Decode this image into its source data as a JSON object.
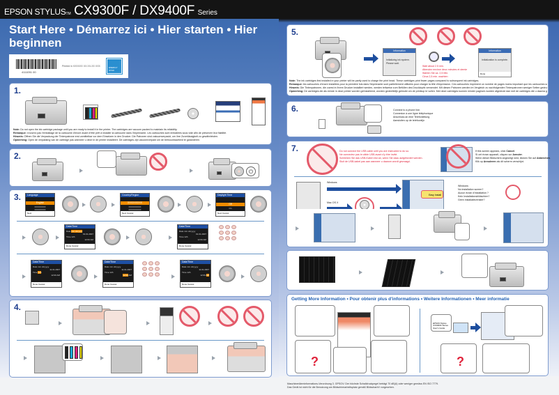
{
  "header": {
    "brand": "EPSON STYLUS",
    "trademark": "TM",
    "model": "CX9300F / DX9400F",
    "series": "Series"
  },
  "headline": "Start Here • Démarrez ici • Hier starten • Hier beginnen",
  "barcode_box": {
    "barcode_number": "4111051 00",
    "product_code_text": "Printed in XXXXXX  XX.XX-XX XXX",
    "energy_star_label": "ENERGY STAR"
  },
  "steps": {
    "s1": {
      "number": "1.",
      "notes": [
        {
          "label": "Note:",
          "text": "Do not open the ink cartridge package until you are ready to install it in the printer. The cartridges are vacuum packed to maintain its reliability."
        },
        {
          "label": "Remarque:",
          "text": "n'ouvrez pas l'emballage de la cartouche d'encre avant d'être prêt à installer la cartouche dans l'imprimante. Les cartouches sont emballées sous vide afin de préserver leur fiabilité."
        },
        {
          "label": "Hinweis:",
          "text": "Öffnen Sie die Verpackung der Tintenpatrone erst unmittelbar vor dem Einsetzen in den Drucker. Die Patronen sind vakuumverpackt, um ihre Zuverlässigkeit zu gewährleisten."
        },
        {
          "label": "Opmerking:",
          "text": "Open de verpakking van de cartridge pas wanneer u deze in de printer installeert. De cartridges zijn vacuümverpakt om de betrouwbaarheid te garanderen."
        }
      ]
    },
    "s2": {
      "number": "2."
    },
    "s3": {
      "number": "3.",
      "screens": {
        "language": {
          "title": "Language",
          "selected": "English",
          "rows": [
            "XXXXXXXX",
            "XXXXXXXX",
            "XXXXXXXX"
          ],
          "footer": "Next"
        },
        "country": {
          "title": "Country/Region",
          "selected": "XXXXXXXXX",
          "rows": [
            "XXXXXXXXX",
            "XXXXXXXXX",
            "XXXXXXXXX"
          ],
          "footer": "Next  Cancel"
        },
        "daylight": {
          "title": "Daylight Time",
          "selected": "Off",
          "rows": [
            "On"
          ],
          "footer": "Next  Cancel"
        },
        "datetime": {
          "title": "Date/Time",
          "date_label": "Date",
          "date_format": "mm.dd.yyyy",
          "date_value": "01.01.2007",
          "date_value2": "11.01.2007",
          "time_label": "Time",
          "time_format": "12h",
          "time_value": "12:00",
          "ampm": "AM",
          "footer": "Done  Cancel"
        }
      }
    },
    "s4": {
      "number": "4."
    },
    "s5": {
      "number": "5.",
      "info_title": "Information",
      "info_msg1": "Initializing ink system. Please wait.",
      "info_msg2": "Initialization is complete.",
      "info_footer": "Done",
      "wait_text": [
        "Wait about 2.5 min.",
        "Attendez environ deux minutes et demie",
        "Warten Sie ca. 2,5 Min.",
        "Circa 2,5 min. wachten"
      ],
      "notes": [
        {
          "label": "Note:",
          "text": "The ink cartridges first installed in your printer will be partly used to charge the print head. These cartridges print fewer pages compared to subsequent ink cartridges."
        },
        {
          "label": "Remarque:",
          "text": "les cartouches d'encre installées pour la première fois dans l'imprimante sont partiellement utilisées pour charger la tête d'impression. Ces cartouches impriment un nombre de pages moins important que les cartouches suivantes."
        },
        {
          "label": "Hinweis:",
          "text": "Die Tintenpatronen, die zuerst in Ihrem Drucker installiert werden, werden teilweise zum Befüllen des Druckkopfs verwendet. Mit diesen Patronen werden im Vergleich zu nachfolgenden Tintenpatronen weniger Seiten gedruckt."
        },
        {
          "label": "Opmerking:",
          "text": "De cartridges die als eerste in deze printer worden geïnstalleerd, worden gedeeltelijk gebruikt om de printkop te vullen. Met deze cartridges kunnen minder pagina's worden afgedrukt dan met de cartridges die u daarna gebruikt."
        }
      ]
    },
    "s6": {
      "number": "6.",
      "lines": [
        "Connect to a phone line.",
        "Connexion à une ligne téléphonique",
        "Anschluss an eine Telefonleitung",
        "Aansluiten op de telefoonlijn"
      ]
    },
    "s7": {
      "number": "7.",
      "warning": [
        "Do not connect the USB cable until you are instructed to do so.",
        "Ne connectez pas le câble USB avant d'y être invité.",
        "Schließen Sie das USB-Kabel erst an, wenn Sie dazu aufgefordert werden.",
        "Sluit de USB-kabel pas aan wanneer u daarom wordt gevraagd."
      ],
      "cancel_text": [
        {
          "pre": "If this screen appears, click ",
          "bold": "Cancel",
          "post": "."
        },
        {
          "pre": "Si cet écran apparaît, cliquez sur ",
          "bold": "Annuler",
          "post": "."
        },
        {
          "pre": "Wenn dieser Bildschirm angezeigt wird, klicken Sie auf ",
          "bold": "Abbrechen",
          "post": "."
        },
        {
          "pre": "Klik op ",
          "bold": "Annuleren",
          "post": " als dit scherm verschijnt."
        }
      ],
      "os_windows": "Windows",
      "os_mac": "Mac OS X",
      "mac_cd_label": "Mac OS X",
      "install_button": "Easy Install",
      "windows_help_title": "Windows:",
      "windows_help": [
        "No installation screen?",
        "Aucun écran d'installation ?",
        "Kein Installationsbildschirm?",
        "Geen installatievenster?"
      ]
    }
  },
  "more_info": {
    "title": "Getting More Information • Pour obtenir plus d'informations • Weitere Informationen • Meer informatie",
    "cd_label": "EPSON Stylus CX9300F Series User's Guide"
  },
  "footer": [
    "Maschinenlärminformations-Verordnung 3. GPSGV: Der höchste Schalldruckpegel beträgt 70 dB(A) oder weniger gemäss EN ISO 7779.",
    "Das Gerät ist nicht für die Benutzung am Bildschirmarbeitsplatz gemäß BildscharbV vorgesehen."
  ],
  "colors": {
    "top_bar": "#141414",
    "background_blue": "#3d6bb0",
    "step_number": "#1f3f8e",
    "panel_border": "#7f9ccf",
    "warning_red": "#e0243c",
    "lcd_highlight": "#f08c00",
    "lcd_header": "#1e4fa3",
    "arrow_blue": "#1d4e9e"
  }
}
